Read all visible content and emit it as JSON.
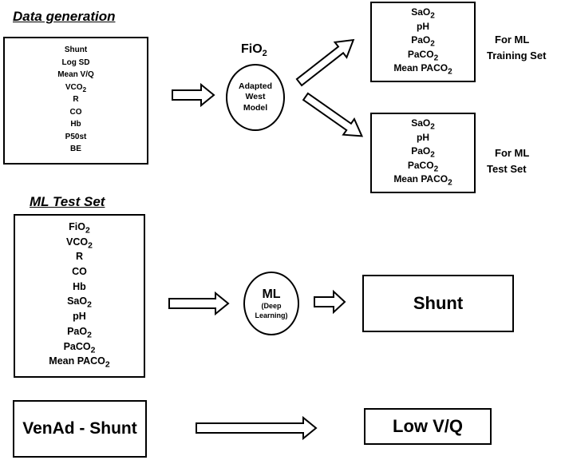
{
  "data_generation": {
    "heading": "Data generation",
    "inputs": [
      "Shunt",
      "Log SD",
      "Mean V/Q",
      "VCO",
      "R",
      "CO",
      "Hb",
      "P50st",
      "BE"
    ],
    "inputs_sub": [
      "",
      "",
      "",
      "2",
      "",
      "",
      "",
      "",
      ""
    ]
  },
  "model": {
    "fio2_base": "FiO",
    "fio2_sub": "2",
    "line1": "Adapted",
    "line2": "West",
    "line3": "Model"
  },
  "training_outputs": {
    "items": [
      "SaO",
      "pH",
      "PaO",
      "PaCO",
      "Mean PACO"
    ],
    "subs": [
      "2",
      "",
      "2",
      "2",
      "2"
    ],
    "label_line1": "For ML",
    "label_line2": "Training Set"
  },
  "test_outputs": {
    "items": [
      "SaO",
      "pH",
      "PaO",
      "PaCO",
      "Mean PACO"
    ],
    "subs": [
      "2",
      "",
      "2",
      "2",
      "2"
    ],
    "label_line1": "For ML",
    "label_line2": "Test Set"
  },
  "ml_test_set": {
    "heading": "ML Test Set",
    "inputs": [
      "FiO",
      "VCO",
      "R",
      "CO",
      "Hb",
      "SaO",
      "pH",
      "PaO",
      "PaCO",
      "Mean PACO"
    ],
    "inputs_sub": [
      "2",
      "2",
      "",
      "",
      "",
      "2",
      "",
      "2",
      "2",
      "2"
    ]
  },
  "ml_node": {
    "title": "ML",
    "sub_line1": "(Deep",
    "sub_line2": "Learning)"
  },
  "shunt_output": "Shunt",
  "venad_box": "VenAd - Shunt",
  "low_vq_box": "Low V/Q"
}
